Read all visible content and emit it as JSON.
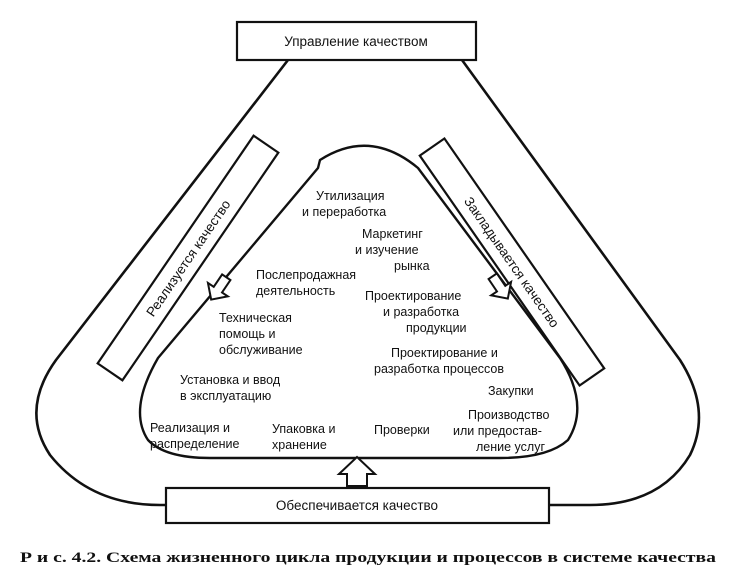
{
  "boxes": {
    "top": "Управление качеством",
    "left": "Реализуется качество",
    "right": "Закладывается качество",
    "bottom": "Обеспечивается качество"
  },
  "stages": {
    "utilization": [
      "Утилизация",
      "и переработка"
    ],
    "marketing": [
      "Маркетинг",
      "и изучение",
      "рынка"
    ],
    "product_design": [
      "Проектирование",
      "и разработка",
      "продукции"
    ],
    "process_design": [
      "Проектирование и",
      "разработка процессов"
    ],
    "procurement": [
      "Закупки"
    ],
    "production": [
      "Производство",
      "или предостав-",
      "ление услуг"
    ],
    "inspection": [
      "Проверки"
    ],
    "packaging": [
      "Упаковка и",
      "хранение"
    ],
    "distribution": [
      "Реализация и",
      "распределение"
    ],
    "installation": [
      "Установка и ввод",
      "в эксплуатацию"
    ],
    "technical_support": [
      "Техническая",
      "помощь и",
      "обслуживание"
    ],
    "after_sales": [
      "Послепродажная",
      "деятельность"
    ]
  },
  "caption": "Р и с. 4.2. Схема жизненного цикла продукции и процессов в системе качества"
}
